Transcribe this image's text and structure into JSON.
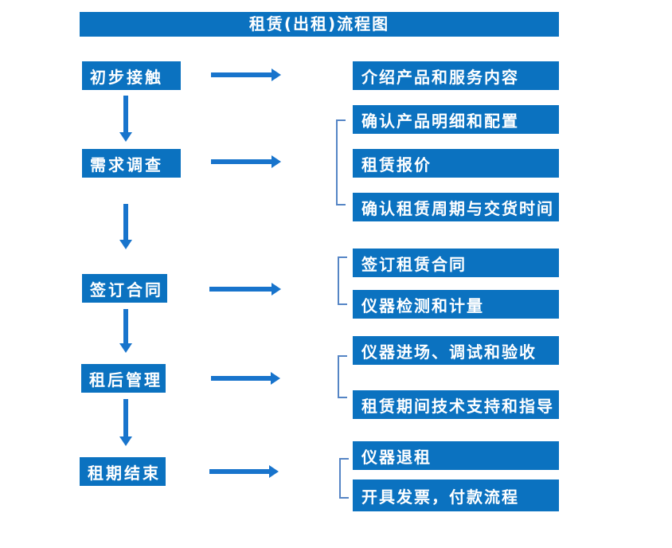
{
  "title": "租赁(出租)流程图",
  "colors": {
    "page_bg": "#ffffff",
    "box_blue": "#0b72c0",
    "arrow_blue": "#1874cc",
    "bracket_blue": "#5585c5",
    "text_white": "#ffffff"
  },
  "stages": [
    {
      "label": "初步接触",
      "details": [
        "介绍产品和服务内容"
      ]
    },
    {
      "label": "需求调查",
      "details": [
        "确认产品明细和配置",
        "租赁报价",
        "确认租赁周期与交货时间"
      ]
    },
    {
      "label": "签订合同",
      "details": [
        "签订租赁合同",
        "仪器检测和计量"
      ]
    },
    {
      "label": "租后管理",
      "details": [
        "仪器进场、调试和验收",
        "租赁期间技术支持和指导"
      ]
    },
    {
      "label": "租期结束",
      "details": [
        "仪器退租",
        "开具发票，付款流程"
      ]
    }
  ]
}
